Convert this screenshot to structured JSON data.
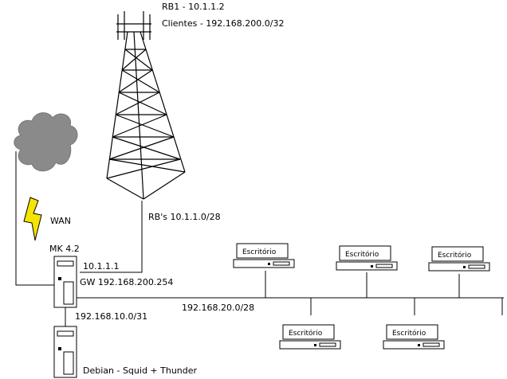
{
  "tower": {
    "label_line1": "RB1 - 10.1.1.2",
    "label_line2": "Clientes - 192.168.200.0/32",
    "link_label": "RB's 10.1.1.0/28"
  },
  "wan": {
    "label": "WAN"
  },
  "router": {
    "name": "MK 4.2",
    "ip": "10.1.1.1",
    "gateway": "GW 192.168.200.254",
    "lan_subnet": "192.168.20.0/28",
    "server_subnet": "192.168.10.0/31"
  },
  "server": {
    "label": "Debian - Squid + Thunder"
  },
  "office_label": "Escritório",
  "colors": {
    "line": "#000000",
    "cloud": "#8a8a8a",
    "bolt": "#f5e400"
  }
}
